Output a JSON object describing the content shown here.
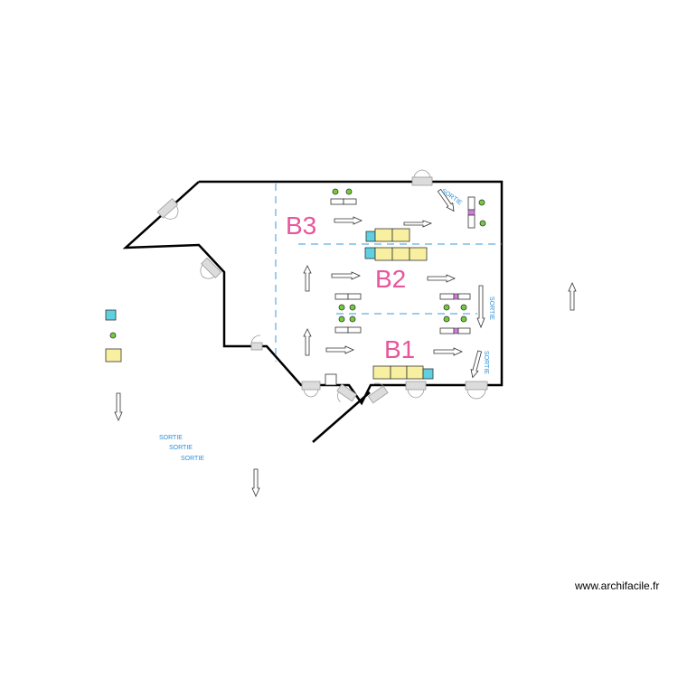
{
  "zones": [
    {
      "id": "B3",
      "label": "B3"
    },
    {
      "id": "B2",
      "label": "B2"
    },
    {
      "id": "B1",
      "label": "B1"
    }
  ],
  "exit_label": "SORTIE",
  "watermark": "www.archifacile.fr",
  "colors": {
    "zone_label": "#e8569c",
    "exit_text": "#2a8fd6",
    "divider": "#3b9ad9",
    "stand_yellow": "#f8f0a0",
    "stand_cyan": "#5fd0e0",
    "plant_green": "#6fce3a",
    "marker_purple": "#d07bd8"
  }
}
